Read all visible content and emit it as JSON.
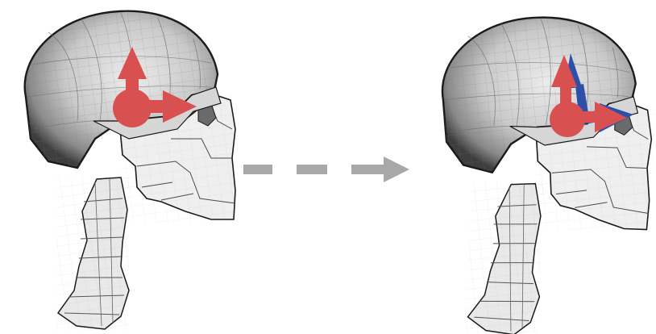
{
  "panels": [
    {
      "name": "original-pose",
      "overlay": "single-frame"
    },
    {
      "name": "adjusted-pose",
      "overlay": "double-frame"
    }
  ],
  "transition": {
    "style": "dashed-arrow"
  },
  "colors": {
    "background": "#ffffff",
    "skull_light": "#e6e6e6",
    "skull_mid": "#b3b3b3",
    "skull_dark": "#4a4a4a",
    "skull_outline": "#1a1a1a",
    "face_fill": "#efefef",
    "spine_fill": "#e9e9e9",
    "mesh_line": "#555555",
    "frame_primary": "#d95050",
    "frame_secondary": "#2e4fa8",
    "transition_arrow": "#a8a8a8"
  }
}
